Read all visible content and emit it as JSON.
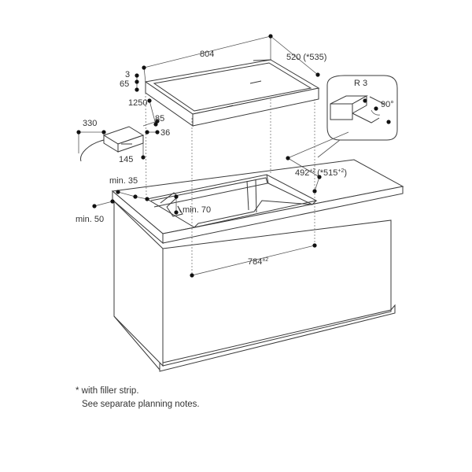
{
  "dimensions": {
    "top_width": "804",
    "top_depth": "520 (*535)",
    "thickness_a": "3",
    "thickness_b": "65",
    "cable_length": "1250",
    "box_330": "330",
    "box_85": "85",
    "box_36": "36",
    "box_145": "145",
    "cutout_depth": "492",
    "cutout_depth_tol": "±2",
    "cutout_depth_alt": "(*515",
    "cutout_depth_alt_tol": "+2",
    "cutout_depth_alt_close": ")",
    "cutout_width": "784",
    "cutout_width_tol": "±2",
    "min_35": "min. 35",
    "min_70": "min. 70",
    "min_50": "min. 50",
    "radius": "R 3",
    "angle": "90°"
  },
  "notes": {
    "line1": "* with filler strip.",
    "line2": "See separate planning notes."
  }
}
